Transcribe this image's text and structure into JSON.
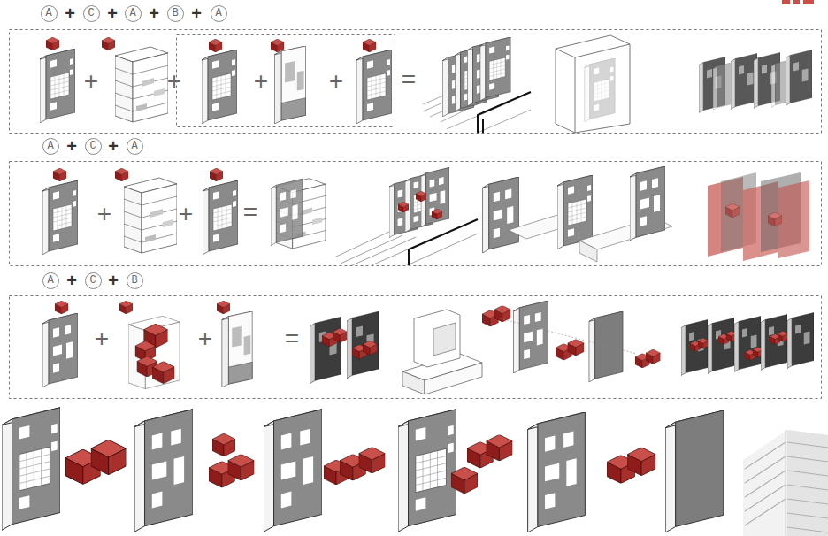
{
  "diagram": {
    "nodes": [
      {
        "text": [
          "A"
        ]
      },
      {
        "text": [
          "C"
        ]
      },
      {
        "text": [
          "A"
        ]
      },
      {
        "text": [
          "B"
        ]
      },
      {
        "text": [
          "A"
        ]
      },
      {
        "text": [
          "A"
        ]
      },
      {
        "text": [
          "C"
        ]
      },
      {
        "text": [
          "A"
        ]
      },
      {
        "text": [
          "A"
        ]
      },
      {
        "text": [
          "C"
        ]
      },
      {
        "text": [
          "B"
        ]
      }
    ],
    "labels": [
      "+",
      "+",
      "+",
      "+",
      "+",
      "+",
      "+",
      "+",
      "=",
      "+",
      "+",
      "+",
      "+",
      "=",
      "+",
      "+",
      "+",
      "+",
      "="
    ]
  }
}
